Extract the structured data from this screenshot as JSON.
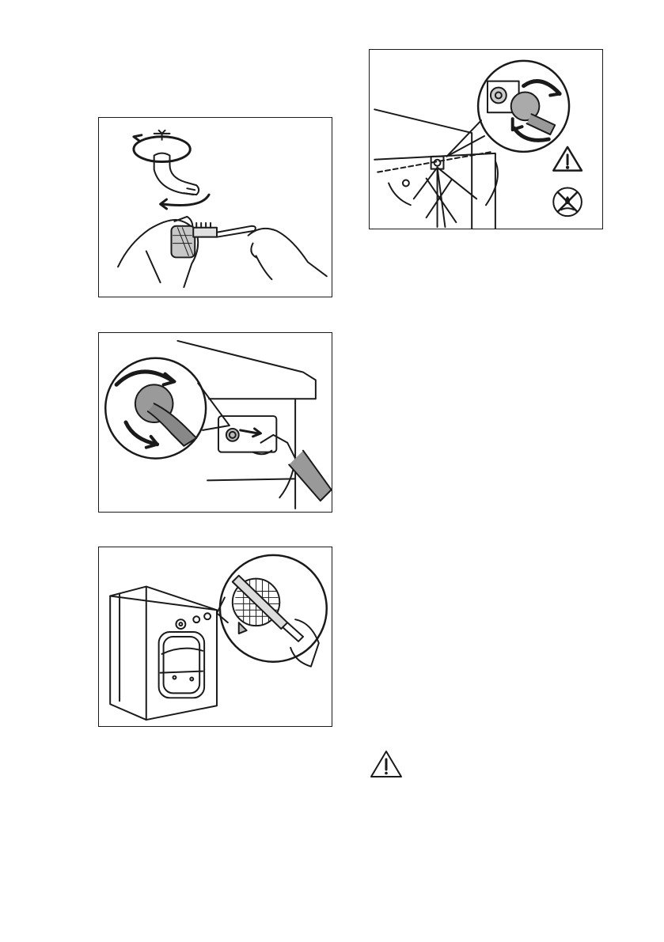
{
  "figures": [
    {
      "id": "tap",
      "description_icons": [
        "tap-icon",
        "rotate-arrow-icon",
        "brush-icon",
        "hand-icon"
      ]
    },
    {
      "id": "hose",
      "description_icons": [
        "hose-connector-icon",
        "rotate-arrow-icon",
        "hand-icon"
      ]
    },
    {
      "id": "machine",
      "description_icons": [
        "washing-machine-icon",
        "filter-icon",
        "brush-icon"
      ]
    },
    {
      "id": "valve",
      "description_icons": [
        "valve-icon",
        "warning-icon",
        "no-water-icon"
      ]
    }
  ],
  "warning": {
    "icon": "warning-triangle-icon"
  }
}
